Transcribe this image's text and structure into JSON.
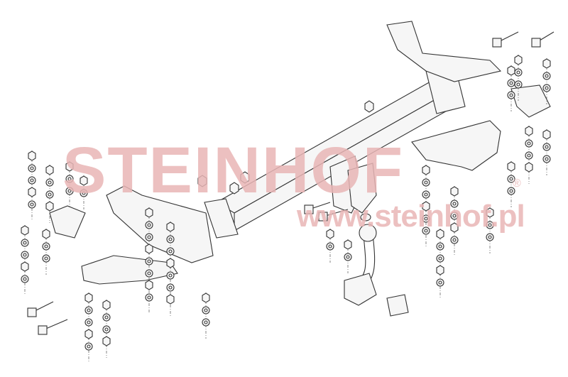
{
  "watermark": {
    "logo": "STEINHOF",
    "registered": "®",
    "url": "www.steinhof.pl",
    "color": "#e9b6b6"
  },
  "diagram": {
    "subject": "tow-bar-exploded-view",
    "line_color": "#333333"
  }
}
